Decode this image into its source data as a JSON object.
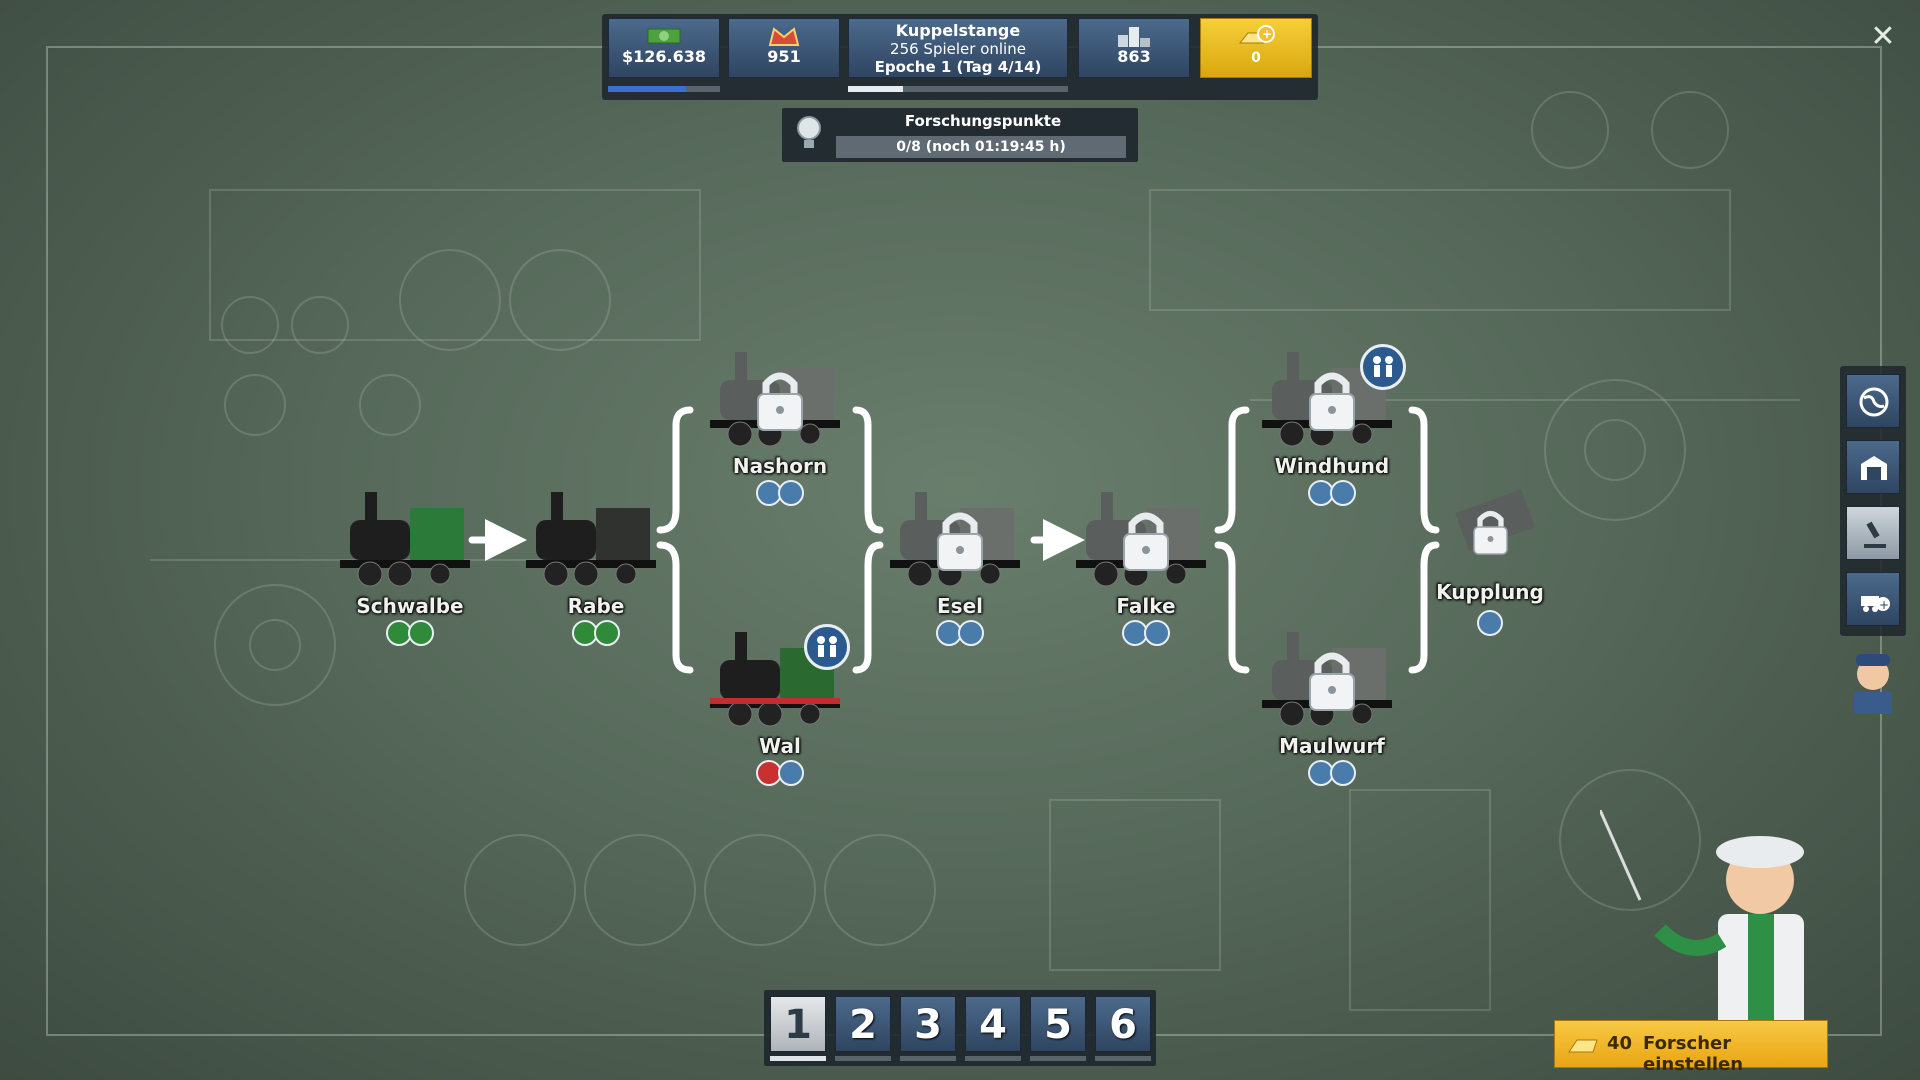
{
  "hud": {
    "money": "$126.638",
    "prestige": "951",
    "server_name": "Kuppelstange",
    "players_online": "256 Spieler online",
    "epoch": "Epoche 1 (Tag 4/14)",
    "rank": "863",
    "gold": "0",
    "money_progress": 0.7,
    "epoch_progress": 0.25
  },
  "research": {
    "title": "Forschungspunkte",
    "progress_text": "0/8 (noch 01:19:45 h)"
  },
  "locomotives": [
    {
      "name": "Schwalbe",
      "locked": false,
      "badges": [
        "green",
        "green"
      ]
    },
    {
      "name": "Rabe",
      "locked": false,
      "badges": [
        "green",
        "green"
      ]
    },
    {
      "name": "Nashorn",
      "locked": true,
      "badges": [
        "blue",
        "blue"
      ]
    },
    {
      "name": "Wal",
      "locked": false,
      "badges": [
        "red",
        "blue"
      ],
      "crew": true
    },
    {
      "name": "Esel",
      "locked": true,
      "badges": [
        "blue",
        "blue"
      ]
    },
    {
      "name": "Falke",
      "locked": true,
      "badges": [
        "blue",
        "blue"
      ]
    },
    {
      "name": "Windhund",
      "locked": true,
      "badges": [
        "blue",
        "blue"
      ],
      "crew": true
    },
    {
      "name": "Maulwurf",
      "locked": true,
      "badges": [
        "blue",
        "blue"
      ]
    },
    {
      "name": "Kupplung",
      "locked": true,
      "badges": [
        "blue"
      ]
    }
  ],
  "pages": [
    "1",
    "2",
    "3",
    "4",
    "5",
    "6"
  ],
  "active_page": "1",
  "hire_button": {
    "cost": "40",
    "label": "Forscher einstellen"
  },
  "toolbar": [
    "globe-icon",
    "depot-icon",
    "research-icon",
    "add-train-icon"
  ],
  "colors": {
    "board": "#56695a",
    "hud_blue": "#3b5675",
    "gold": "#e9a513",
    "unlocked_badge": "#2f8a3a",
    "locked_badge": "#4a7cab",
    "warning_badge": "#c93030"
  }
}
